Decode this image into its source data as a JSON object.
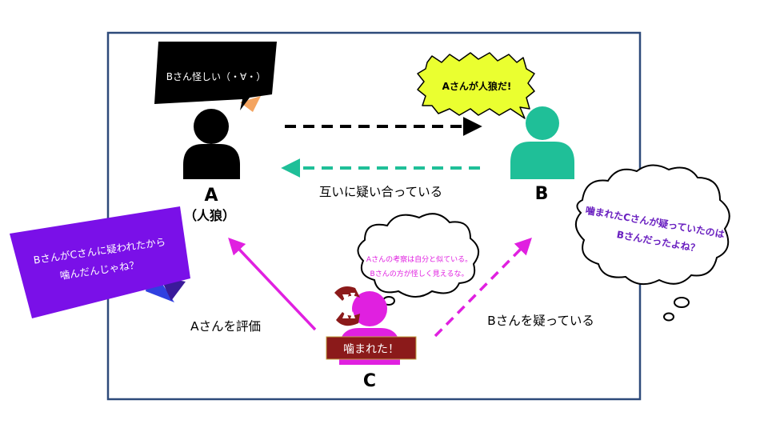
{
  "persons": {
    "a": {
      "name": "A",
      "role": "（人狼）",
      "color": "#000000"
    },
    "b": {
      "name": "B",
      "color": "#1fbf98"
    },
    "c": {
      "name": "C",
      "color": "#e020e0"
    }
  },
  "arrows": {
    "a_to_b_color": "#000000",
    "b_to_a_color": "#1fbf98",
    "c_color": "#e020e0"
  },
  "labels": {
    "mutual": "互いに疑い合っている",
    "c_eval_a": "Aさんを評価",
    "c_doubt_b": "Bさんを疑っている"
  },
  "bubbles": {
    "a_thought": "Bさん怪しい（・∀・）",
    "b_shout": "Aさんが人狼だ!",
    "c_cloud": [
      "Aさんの考察は自分と似ている。",
      "Bさんの方が怪しく見えるな。"
    ],
    "left_ribbon": [
      "BさんがCさんに疑われたから",
      "噛んだんじゃね？"
    ],
    "right_cloud": [
      "噛まれたCさんが疑っていたのは",
      "Bさんだったよね？"
    ]
  },
  "badge": {
    "bitten": "噛まれた！"
  },
  "colors": {
    "frame": "#2e4a7a",
    "a_box": "#000000",
    "a_box_tail": "#f4a460",
    "b_shout_fill": "#eaff30",
    "ribbon_fill": "#7a10e8",
    "ribbon_shade": "#3a1a9a",
    "ribbon_tail": "#3040e0",
    "cloud_text": "#e020e0",
    "right_cloud_text": "#6a20c0",
    "badge_fill": "#8b1a1a",
    "monster_mouth": "#8b1a1a"
  },
  "icons": [
    "person-icon",
    "monster-mouth-icon"
  ]
}
